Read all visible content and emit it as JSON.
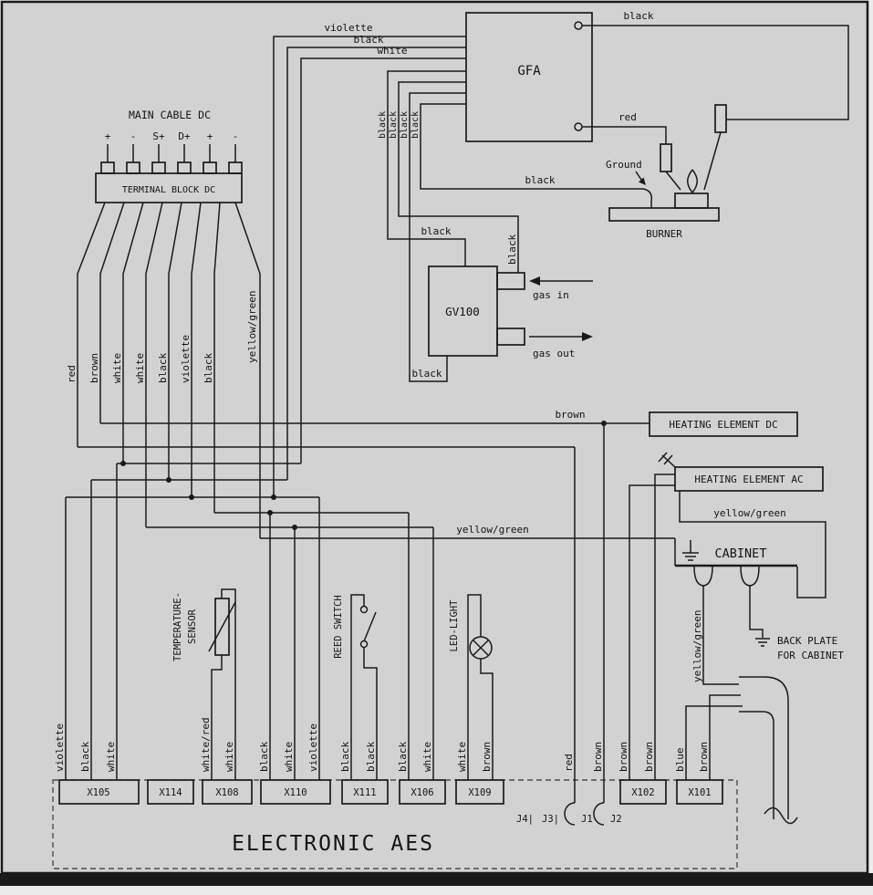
{
  "title": "ELECTRONIC AES",
  "components": {
    "gfa": "GFA",
    "gv100": "GV100",
    "burner": "BURNER",
    "ground": "Ground",
    "gas_in": "gas in",
    "gas_out": "gas out",
    "main_cable_dc": "MAIN CABLE DC",
    "terminal_block_dc": "TERMINAL BLOCK DC",
    "heating_element_dc": "HEATING ELEMENT DC",
    "heating_element_ac": "HEATING ELEMENT AC",
    "cabinet": "CABINET",
    "back_plate_line1": "BACK PLATE",
    "back_plate_line2": "FOR CABINET",
    "temperature_sensor_line1": "TEMPERATURE-",
    "temperature_sensor_line2": "SENSOR",
    "reed_switch": "REED SWITCH",
    "led_light": "LED-LIGHT"
  },
  "terminal_pins": [
    "+",
    "-",
    "S+",
    "D+",
    "+",
    "-"
  ],
  "main_cable_wires": [
    "red",
    "brown",
    "white",
    "white",
    "black",
    "violette",
    "black",
    "yellow/green"
  ],
  "gfa_input_wires": [
    "violette",
    "black",
    "white"
  ],
  "gfa_black_wires": [
    "black",
    "black",
    "black",
    "black"
  ],
  "wire_labels": {
    "gfa_top_black": "black",
    "gfa_red": "red",
    "burner_ground_black": "black",
    "gv100_top_black": "black",
    "gv100_side_black": "black",
    "gv100_bottom_black": "black",
    "heating_dc_brown": "brown",
    "bus_yellow_green": "yellow/green",
    "ac_earth_yellow_green": "yellow/green",
    "cabinet_yellow_green": "yellow/green"
  },
  "connectors": [
    "X105",
    "X114",
    "X108",
    "X110",
    "X111",
    "X106",
    "X109",
    "X102",
    "X101"
  ],
  "jacks": [
    "J4|",
    "J3|",
    "J1",
    "J2"
  ],
  "connector_wires": {
    "x105": [
      "violette",
      "black",
      "white"
    ],
    "x108": [
      "white/red",
      "white"
    ],
    "x110": [
      "black",
      "white",
      "violette"
    ],
    "x111": [
      "black",
      "black"
    ],
    "x106": [
      "black",
      "white"
    ],
    "x109": [
      "white",
      "brown"
    ],
    "j1_j2": [
      "red",
      "brown"
    ],
    "x102": [
      "brown",
      "brown"
    ],
    "x101": [
      "blue",
      "brown"
    ]
  },
  "colors": {
    "background": "#d2d2d2",
    "line": "#1a1a1a"
  }
}
